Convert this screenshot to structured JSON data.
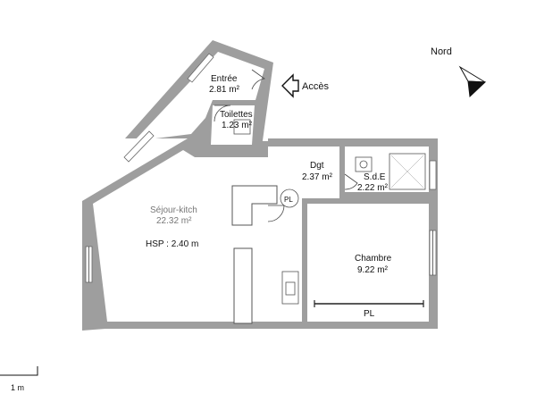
{
  "compass": {
    "label": "Nord",
    "icon": "north-arrow-icon"
  },
  "access": {
    "label": "Accès",
    "icon": "entry-arrow-icon"
  },
  "rooms": {
    "entree": {
      "name": "Entrée",
      "area": "2.81 m²"
    },
    "toilettes": {
      "name": "Toilettes",
      "area": "1.23 m²"
    },
    "dgt": {
      "name": "Dgt",
      "area": "2.37 m²"
    },
    "sde": {
      "name": "S.d.E",
      "area": "2.22 m²"
    },
    "sejour": {
      "name": "Séjour-kitch",
      "area": "22.32 m²",
      "note": "HSP : 2.40 m"
    },
    "chambre": {
      "name": "Chambre",
      "area": "9.22 m²"
    }
  },
  "closets": {
    "pl_label": "PL",
    "pl_dgt_label": "PL"
  },
  "scale": {
    "label": "1 m"
  },
  "colors": {
    "wall": "#9e9e9e",
    "room": "#ffffff",
    "text": "#111111"
  }
}
